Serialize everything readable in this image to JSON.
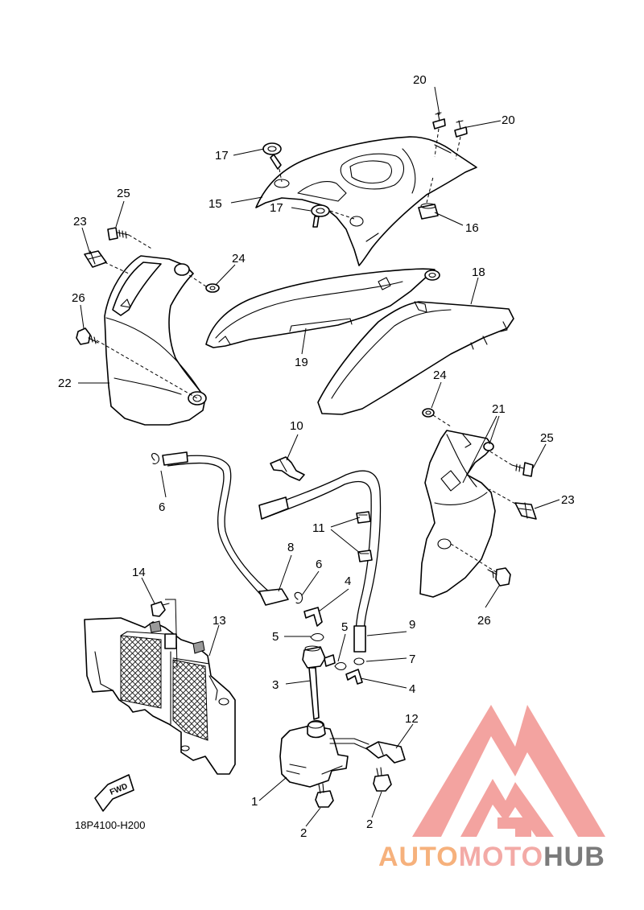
{
  "diagram_code": "18P4100-H200",
  "fwd_label": "FWD",
  "watermark": {
    "part1": "AUTO",
    "part2": "MOTO",
    "part3": "HUB",
    "logo_color": "#f29a96",
    "auto_color": "#f6b17c",
    "moto_color": "#f3aaa6",
    "hub_color": "#7b7b7b"
  },
  "callouts": {
    "c1": "1",
    "c2a": "2",
    "c2b": "2",
    "c3": "3",
    "c4a": "4",
    "c4b": "4",
    "c5a": "5",
    "c5b": "5",
    "c6a": "6",
    "c6b": "6",
    "c7": "7",
    "c8": "8",
    "c9": "9",
    "c10": "10",
    "c11": "11",
    "c12": "12",
    "c13": "13",
    "c14": "14",
    "c15": "15",
    "c16": "16",
    "c17a": "17",
    "c17b": "17",
    "c18": "18",
    "c19": "19",
    "c20a": "20",
    "c20b": "20",
    "c21": "21",
    "c22": "22",
    "c23a": "23",
    "c23b": "23",
    "c24a": "24",
    "c24b": "24",
    "c25a": "25",
    "c25b": "25",
    "c26a": "26",
    "c26b": "26"
  }
}
